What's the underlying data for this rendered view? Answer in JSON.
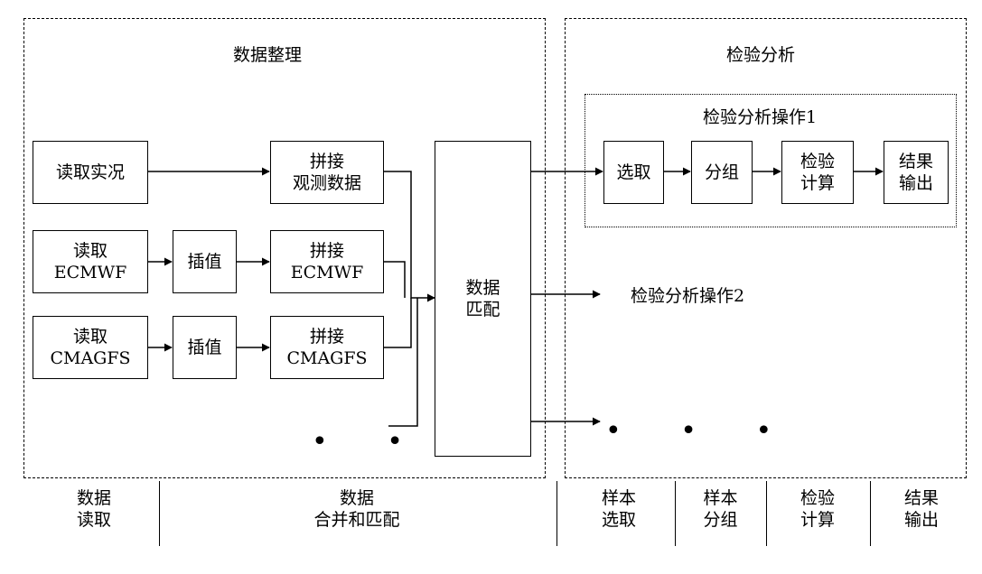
{
  "sections": {
    "left_title": "数据整理",
    "right_title": "检验分析",
    "op1_title": "检验分析操作1"
  },
  "nodes": {
    "read_obs": [
      "读取实况"
    ],
    "read_ec": [
      "读取",
      "ECMWF"
    ],
    "read_cma": [
      "读取",
      "CMAGFS"
    ],
    "interp_ec": [
      "插值"
    ],
    "interp_cma": [
      "插值"
    ],
    "splice_obs": [
      "拼接",
      "观测数据"
    ],
    "splice_ec": [
      "拼接",
      "ECMWF"
    ],
    "splice_cma": [
      "拼接",
      "CMAGFS"
    ],
    "match": [
      "数据",
      "匹配"
    ],
    "select": [
      "选取"
    ],
    "group": [
      "分组"
    ],
    "calc": [
      "检验",
      "计算"
    ],
    "output": [
      "结果",
      "输出"
    ]
  },
  "op2_label": "检验分析操作2",
  "ellipsis_left": "• • •",
  "ellipsis_right": "• • •",
  "footer": [
    [
      "数据",
      "读取"
    ],
    [
      "数据",
      "合并和匹配"
    ],
    [
      "样本",
      "选取"
    ],
    [
      "样本",
      "分组"
    ],
    [
      "检验",
      "计算"
    ],
    [
      "结果",
      "输出"
    ]
  ]
}
